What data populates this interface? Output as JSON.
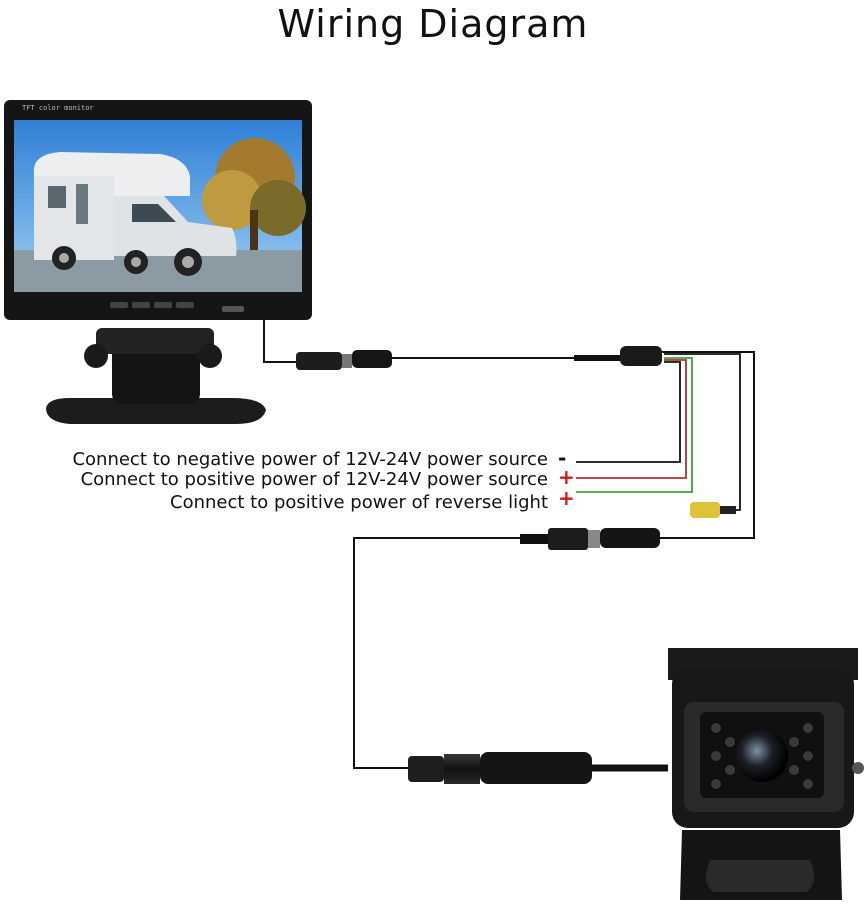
{
  "title": "Wiring Diagram",
  "monitor": {
    "bezel_label": "TFT color monitor"
  },
  "connections": [
    {
      "label": "Connect to negative power of 12V-24V power source",
      "sign": "-",
      "wire_color": "#111111"
    },
    {
      "label": "Connect to positive power of 12V-24V power source",
      "sign": "+",
      "wire_color": "#b0322a"
    },
    {
      "label": "Connect to positive power of reverse light",
      "sign": "+",
      "wire_color": "#3aa63a"
    }
  ]
}
